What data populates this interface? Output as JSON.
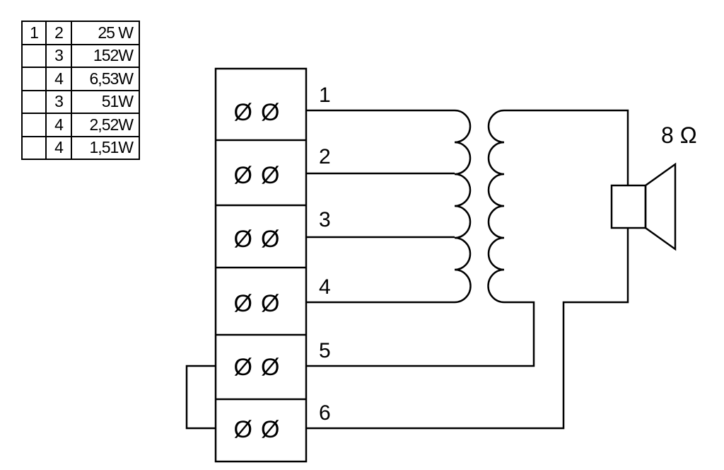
{
  "tap_table": {
    "rows": [
      {
        "primary": "1",
        "tap": "2",
        "power": "25 W"
      },
      {
        "primary": "",
        "tap": "3",
        "power": "152W"
      },
      {
        "primary": "",
        "tap": "4",
        "power": "6,53W"
      },
      {
        "primary": "",
        "tap": "3",
        "power": "51W"
      },
      {
        "primary": "",
        "tap": "4",
        "power": "2,52W"
      },
      {
        "primary": "",
        "tap": "4",
        "power": "1,51W"
      }
    ]
  },
  "terminals": [
    {
      "label": "1",
      "symbol": "ØØ"
    },
    {
      "label": "2",
      "symbol": "ØØ"
    },
    {
      "label": "3",
      "symbol": "ØØ"
    },
    {
      "label": "4",
      "symbol": "ØØ"
    },
    {
      "label": "5",
      "symbol": "ØØ"
    },
    {
      "label": "6",
      "symbol": "ØØ"
    }
  ],
  "speaker": {
    "impedance_label": "8 Ω"
  },
  "colors": {
    "line": "#000000",
    "background": "#ffffff"
  }
}
